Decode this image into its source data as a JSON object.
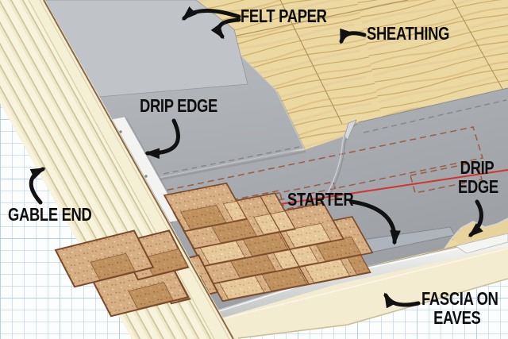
{
  "diagram": {
    "subject": "Roof edge installation diagram (felt paper, drip edge, starter course)",
    "labels": {
      "felt_paper": "FELT PAPER",
      "sheathing": "SHEATHING",
      "drip_edge_rake": "DRIP EDGE",
      "gable_end": "GABLE END",
      "starter": "STARTER",
      "drip_edge_eave": {
        "line1": "DRIP",
        "line2": "EDGE"
      },
      "fascia_on_eaves": {
        "line1": "FASCIA ON",
        "line2": "EAVES"
      }
    },
    "colors": {
      "label_text": "#0e0e0e",
      "arrow": "#111111",
      "chalk_line": "#d0342c",
      "layout_dash": "#9a5b41",
      "felt_upper": "#b5b7bb",
      "felt_lower": "#a6a9ad",
      "felt_top_sheet": "#c0c3c7",
      "sheathing_wood": "#ecd9a2",
      "shingle_base": "#d6b084",
      "shingle_tab_dark": "#c0925f",
      "shingle_tab_light": "#e6c89a",
      "shingle_outline": "#7d4a2b",
      "drip_edge_metal": "#f3f4f2",
      "fascia_board": "#f3ecd0",
      "siding": "#f8f3dc",
      "grid_line": "#cfdeed",
      "starter_strip": "#aeb4bc"
    }
  }
}
